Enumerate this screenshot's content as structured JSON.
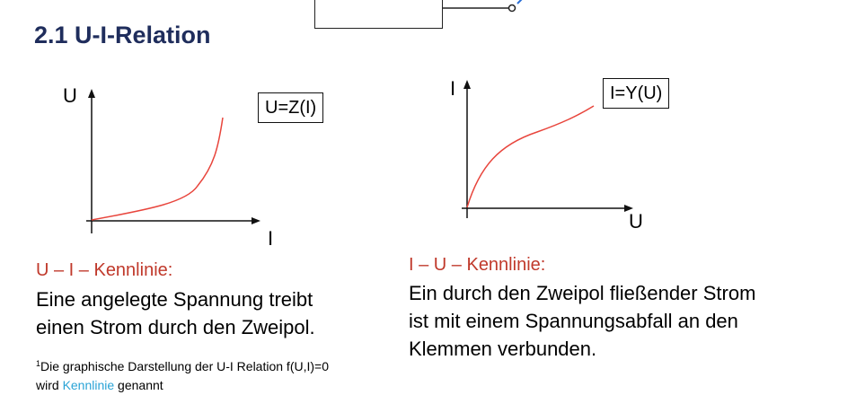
{
  "title": "2.1 U-I-Relation",
  "left_panel": {
    "y_axis_label": "U",
    "x_axis_label": "I",
    "formula": "U=Z(I)",
    "heading": "U – I – Kennlinie:",
    "text_lines": [
      "Eine angelegte Spannung treibt",
      "einen Strom durch den Zweipol."
    ]
  },
  "right_panel": {
    "y_axis_label": "I",
    "x_axis_label": "U",
    "formula": "I=Y(U)",
    "heading": "I – U – Kennlinie:",
    "text_lines": [
      "Ein durch den Zweipol fließender Strom",
      "ist mit einem Spannungsabfall an den",
      "Klemmen verbunden."
    ]
  },
  "footnote": {
    "marker": "1",
    "line1": "Die graphische Darstellung der U-I Relation f(U,I)=0",
    "line2_before": "wird ",
    "line2_link": "Kennlinie",
    "line2_after": " genannt"
  },
  "colors": {
    "title": "#1f2d5c",
    "curve": "#e8453c",
    "heading": "#c0392b",
    "link": "#29a3d6",
    "wire_end": "#2b6fd6"
  }
}
